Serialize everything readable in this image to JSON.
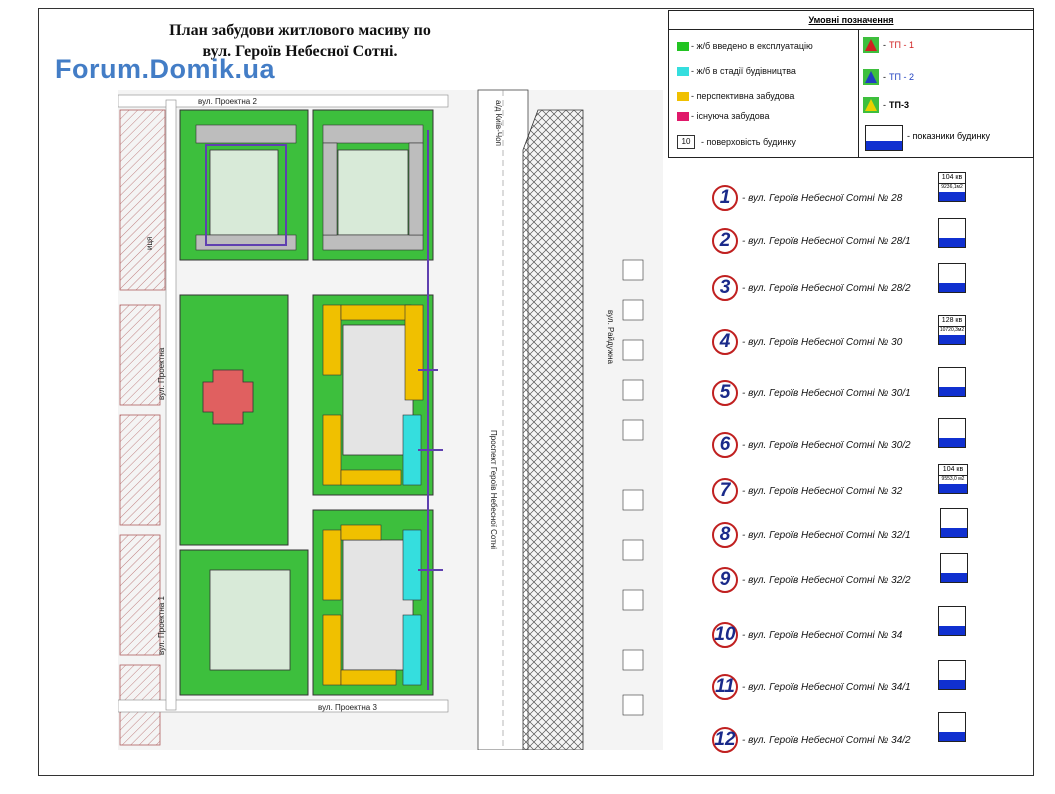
{
  "title": {
    "line1": "План  забудови житлового  масиву по",
    "line2": "вул. Героїв Небесної Сотні."
  },
  "watermark": "Forum.Domik.ua",
  "legend": {
    "title": "Умовні  позначення",
    "items": [
      {
        "label": "- ж/б введено в експлуатацію",
        "color": "#22c422"
      },
      {
        "label": "- ж/б  в стадії  будівництва",
        "color": "#35dede"
      },
      {
        "label": "- перспективна  забудова",
        "color": "#f0c000"
      },
      {
        "label": "- існуюча  забудова",
        "color": "#e0186a"
      },
      {
        "label": "- поверховість будинку",
        "box": "10"
      }
    ],
    "substations": [
      {
        "label": "ТП - 1",
        "color": "#d02020"
      },
      {
        "label": "ТП - 2",
        "color": "#2040c0"
      },
      {
        "label": "ТП-3",
        "color": "#e8d000"
      }
    ],
    "indicator_label": "- показники будинку"
  },
  "buildings": [
    {
      "num": "1",
      "address": "- вул. Героїв Небесної Сотні № 28",
      "apartments": "104 кв",
      "area": "9236,1м2"
    },
    {
      "num": "2",
      "address": "- вул. Героїв Небесної Сотні № 28/1"
    },
    {
      "num": "3",
      "address": "- вул. Героїв Небесної Сотні № 28/2"
    },
    {
      "num": "4",
      "address": "- вул. Героїв Небесної Сотні № 30",
      "apartments": "128 кв",
      "area": "10720,3м2"
    },
    {
      "num": "5",
      "address": "- вул. Героїв Небесної Сотні № 30/1"
    },
    {
      "num": "6",
      "address": "- вул. Героїв Небесної Сотні № 30/2"
    },
    {
      "num": "7",
      "address": "- вул. Героїв Небесної Сотні № 32",
      "apartments": "104 кв",
      "area": "9553,0 м2"
    },
    {
      "num": "8",
      "address": "- вул. Героїв Небесної Сотні № 32/1"
    },
    {
      "num": "9",
      "address": "- вул. Героїв Небесної Сотні № 32/2"
    },
    {
      "num": "10",
      "address": "- вул. Героїв Небесної Сотні № 34"
    },
    {
      "num": "11",
      "address": "- вул. Героїв Небесної Сотні № 34/1"
    },
    {
      "num": "12",
      "address": "- вул. Героїв Небесної Сотні № 34/2"
    }
  ],
  "map_labels": {
    "street_top": "вул. Проектна 2",
    "street_bottom": "вул. Проектна 3",
    "street_left1": "вул. Проектна",
    "street_left2": "вул. Проектна 1",
    "street_right": "вул. Райдужна",
    "avenue": "Проспект Героїв Небесної Сотні",
    "road_kiev": "а/д Київ-Чоп",
    "left_edge": "иця"
  }
}
